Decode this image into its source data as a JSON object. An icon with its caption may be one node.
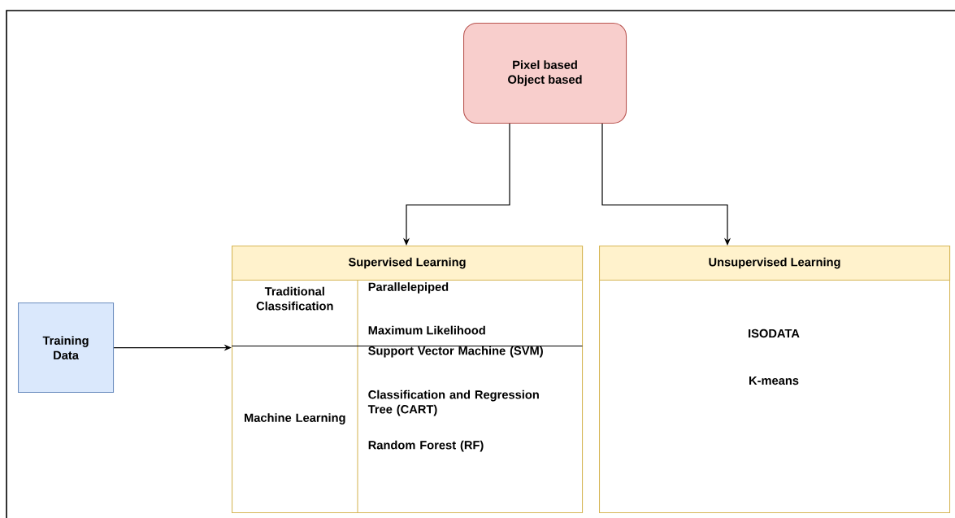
{
  "diagram": {
    "nodes": [
      {
        "text": [
          "Pixel based",
          "Object based"
        ]
      },
      {
        "text": [
          "Supervised Learning"
        ]
      },
      {
        "text": [
          "Traditional Classification"
        ],
        "in": 1
      },
      {
        "text": [
          "Parallelepiped",
          "Maximum Likelihood"
        ],
        "in": 1
      },
      {
        "text": [
          "Machine Learning"
        ],
        "in": 1
      },
      {
        "text": [
          "Support Vector Machine (SVM)",
          "Classification and Regression Tree (CART)",
          "Random Forest (RF)"
        ],
        "in": 1
      },
      {
        "text": [
          "Unsupervised Learning",
          "ISODATA",
          "K-means"
        ]
      },
      {
        "text": [
          "Training Data"
        ]
      }
    ],
    "edges": [
      {
        "from": 0,
        "to": 1,
        "arrow": "to"
      },
      {
        "from": 0,
        "to": 6,
        "arrow": "to"
      },
      {
        "from": 7,
        "to": 1,
        "arrow": "to"
      }
    ]
  }
}
